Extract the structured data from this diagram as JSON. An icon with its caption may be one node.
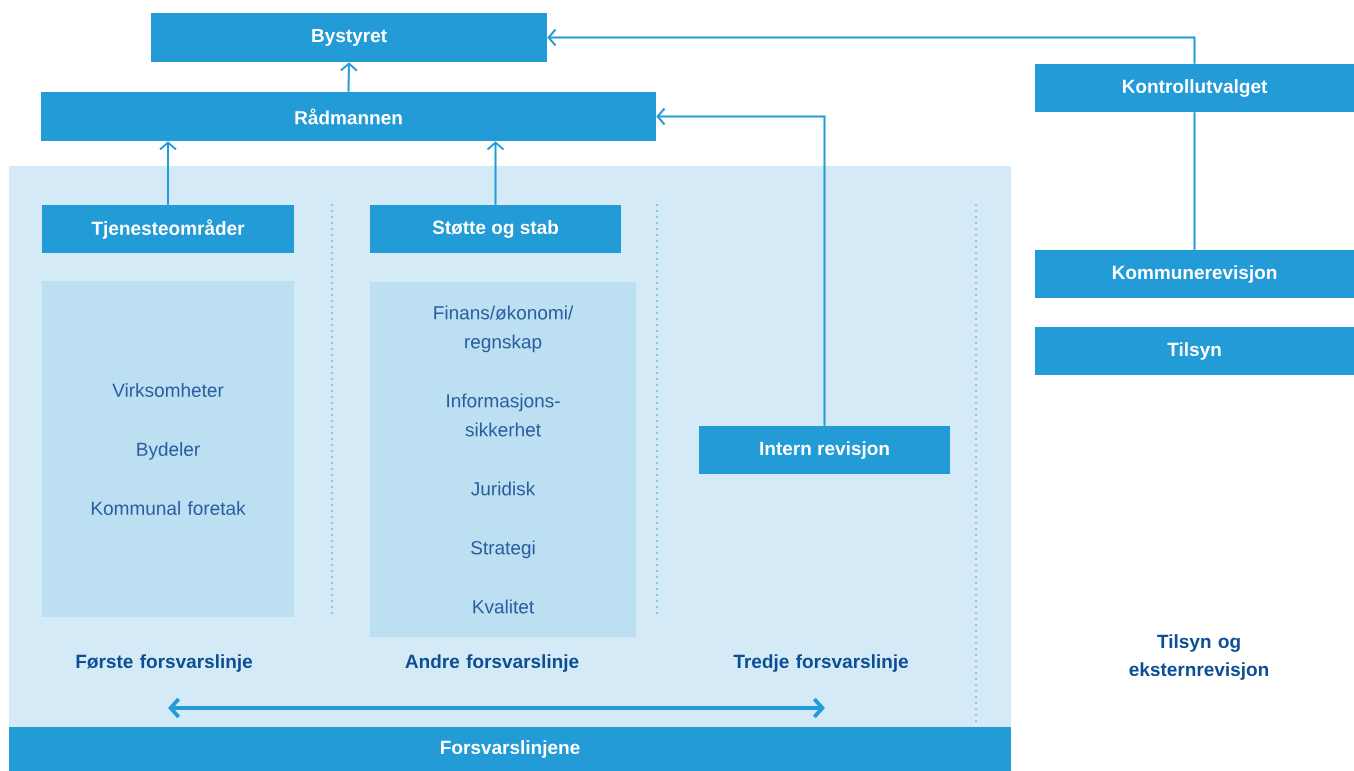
{
  "diagram": {
    "nodes": [
      {
        "text": [
          "Bystyret"
        ]
      },
      {
        "text": [
          "Rådmannen"
        ]
      },
      {
        "text": [],
        "shape": "box"
      },
      {
        "text": [
          "Tjenesteområder"
        ],
        "in": 2
      },
      {
        "text": [
          "Virksomheter",
          "Bydeler",
          "Kommunal foretak"
        ],
        "in": 2
      },
      {
        "text": [
          "Støtte og stab"
        ],
        "in": 2
      },
      {
        "text": [
          "Finans/økonomi/ regnskap",
          "Informasjons- sikkerhet",
          "Juridisk",
          "Strategi",
          "Kvalitet"
        ],
        "in": 2
      },
      {
        "text": [
          "Intern revisjon"
        ],
        "in": 2
      },
      {
        "text": [
          "Kontrollutvalget"
        ]
      },
      {
        "text": [
          "Kommunerevisjon"
        ]
      },
      {
        "text": [
          "Tilsyn"
        ]
      },
      {
        "text": [
          "Forsvarslinjene"
        ]
      }
    ],
    "edges": [
      {
        "from": 1,
        "to": 0,
        "arrow": "to"
      },
      {
        "from": 8,
        "to": 0,
        "arrow": "to"
      },
      {
        "from": 7,
        "to": 1,
        "arrow": "to"
      },
      {
        "from": 3,
        "to": 1,
        "arrow": "to"
      },
      {
        "from": 5,
        "to": 1,
        "arrow": "to"
      },
      {
        "from": 9,
        "to": 8,
        "arrow": "none"
      }
    ],
    "labels": [
      "Første forsvarslinje",
      "Andre forsvarslinje",
      "Tredje forsvarslinje",
      "Tilsyn og eksternrevisjon"
    ]
  }
}
